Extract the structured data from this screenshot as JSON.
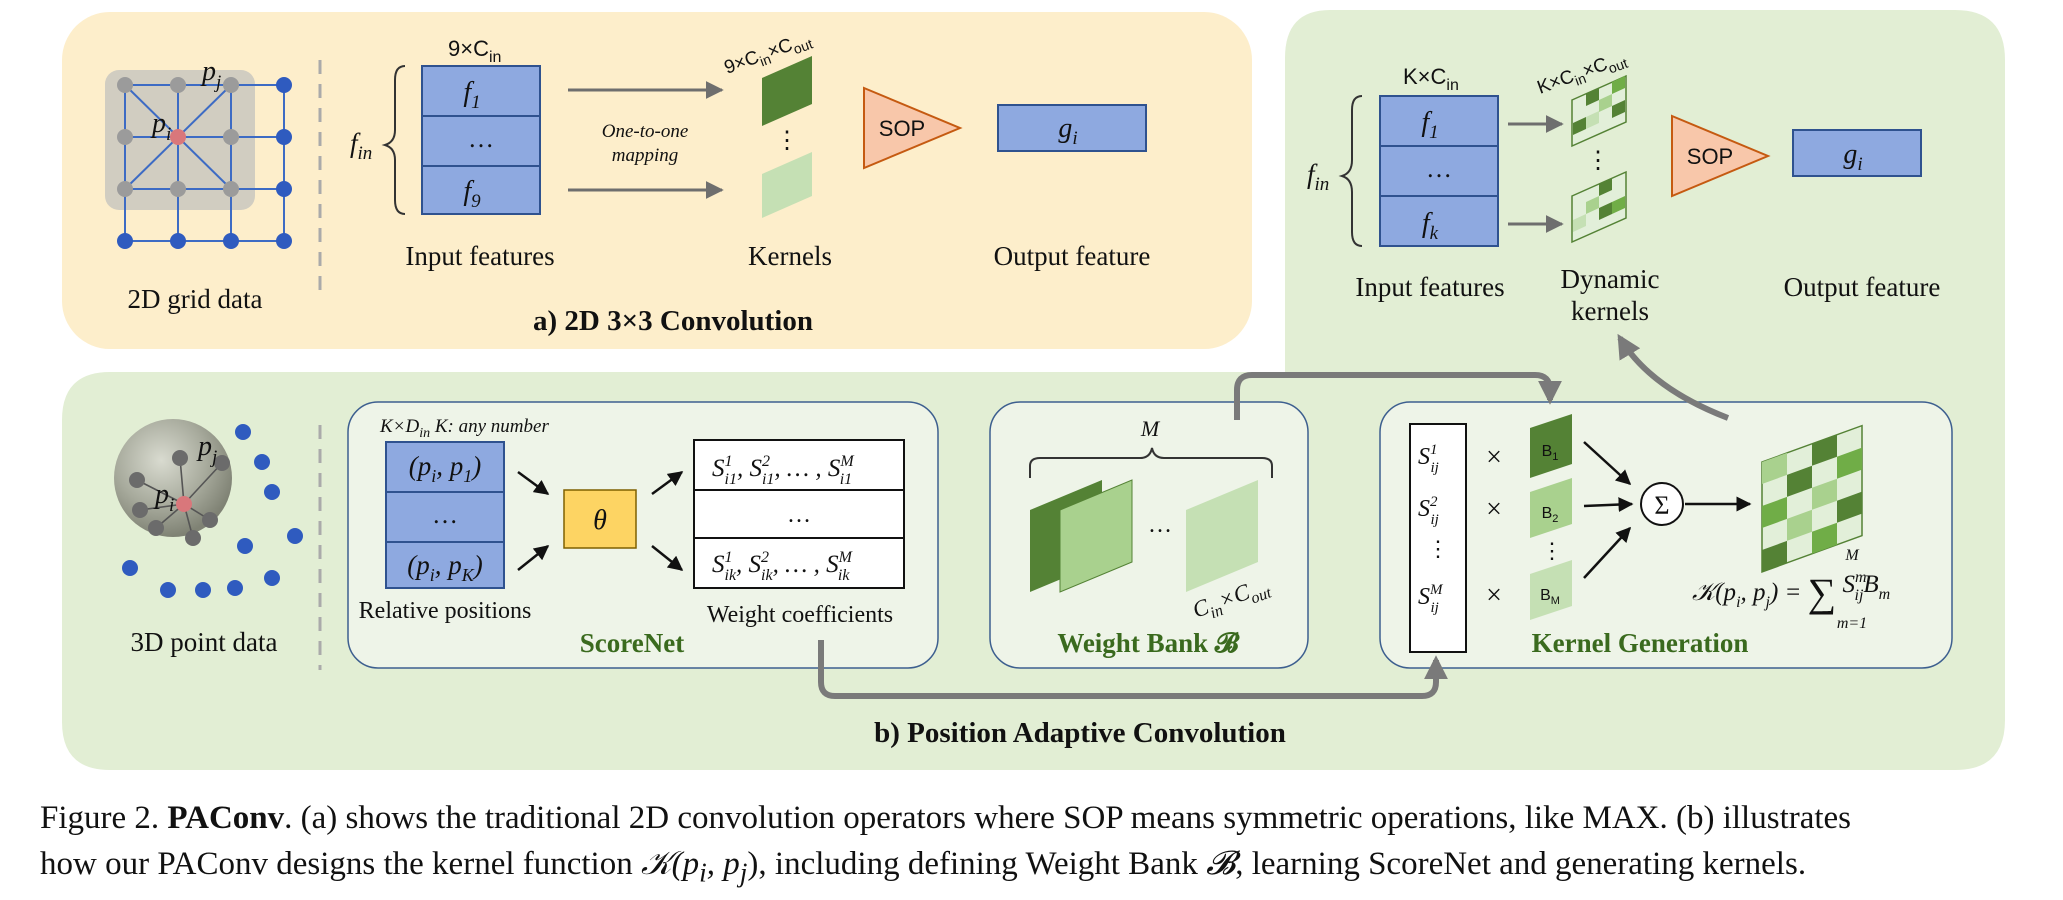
{
  "colors": {
    "panel_a_bg": "#fdeecb",
    "panel_green_bg": "#e2eed4",
    "inner_box_bg": "#eef4e8",
    "feature_blue": "#8ea9e0",
    "sop_orange": "#f8c7aa",
    "theta_yellow": "#fdd463",
    "kernel_dark": "#548235",
    "kernel_light": "#c5e0b4",
    "title_green": "#3a6a1e",
    "point_blue": "#2f5bbf",
    "center_red": "#d9777b"
  },
  "panel_a": {
    "grid_label": "2D grid data",
    "p_i": "p",
    "p_i_sub": "i",
    "p_j": "p",
    "p_j_sub": "j",
    "f_in": "f",
    "f_in_sub": "in",
    "top_label": "9×C",
    "top_label_sub": "in",
    "features": [
      "f",
      "…",
      "f"
    ],
    "feature_subs": [
      "1",
      "",
      "9"
    ],
    "input_label": "Input features",
    "mapping_line1": "One-to-one",
    "mapping_line2": "mapping",
    "kernel_top_label": "9×C",
    "kernel_top_sub1": "in",
    "kernel_top_mid": "×C",
    "kernel_top_sub2": "out",
    "kernel_dots": "⋮",
    "kernels_label": "Kernels",
    "sop": "SOP",
    "output": "g",
    "output_sub": "i",
    "output_label": "Output feature",
    "title": "a) 2D 3×3 Convolution"
  },
  "panel_b_top": {
    "f_in": "f",
    "f_in_sub": "in",
    "top_label": "K×C",
    "top_label_sub": "in",
    "features": [
      "f",
      "…",
      "f"
    ],
    "feature_subs": [
      "1",
      "",
      "k"
    ],
    "input_label": "Input features",
    "kernel_top_label": "K×C",
    "kernel_top_sub1": "in",
    "kernel_top_mid": "×C",
    "kernel_top_sub2": "out",
    "kernel_dots": "⋮",
    "dynamic_line1": "Dynamic",
    "dynamic_line2": "kernels",
    "sop": "SOP",
    "output": "g",
    "output_sub": "i",
    "output_label": "Output feature"
  },
  "panel_b": {
    "point_label": "3D point data",
    "p_i": "p",
    "p_i_sub": "i",
    "p_j": "p",
    "p_j_sub": "j",
    "scorenet": {
      "header": "K×D",
      "header_sub": "in",
      "header_rest": "  K: any number",
      "rows": [
        "(p",
        "…",
        "(p"
      ],
      "row_tail": [
        ", p",
        "",
        ", p"
      ],
      "row_first_sub": [
        "i",
        "",
        "i"
      ],
      "row_second_sub": [
        "1",
        "",
        "K"
      ],
      "theta": "θ",
      "relative_label": "Relative positions",
      "coef_rows": [
        "S",
        "…",
        "S"
      ],
      "weight_label": "Weight coefficients",
      "title": "ScoreNet"
    },
    "weight_bank": {
      "m_label": "M",
      "dots": "…",
      "size_label": "C",
      "size_sub1": "in",
      "size_mid": "×C",
      "size_sub2": "out",
      "title": "Weight Bank 𝓑"
    },
    "kernel_gen": {
      "s_labels": [
        "S",
        "S",
        "⋮",
        "S"
      ],
      "s_sups": [
        "1",
        "2",
        "",
        "M"
      ],
      "times": "×",
      "b_labels": [
        "B",
        "B",
        "B"
      ],
      "b_subs": [
        "1",
        "2",
        "M"
      ],
      "b_dots": "⋮",
      "sigma": "Σ",
      "formula": "𝒦(p",
      "title": "Kernel Generation"
    },
    "title": "b) Position Adaptive Convolution"
  },
  "caption": {
    "line1_prefix": "Figure 2. ",
    "line1_bold": "PAConv",
    "line1_rest": ". (a) shows the traditional 2D convolution operators where SOP means symmetric operations, like MAX. (b) illustrates",
    "line2_a": "how our PAConv designs the kernel function ",
    "line2_math": "𝒦(p",
    "line2_b": "), including defining Weight Bank ",
    "line2_bank": "𝓑",
    "line2_c": ", learning ScoreNet and generating kernels."
  }
}
